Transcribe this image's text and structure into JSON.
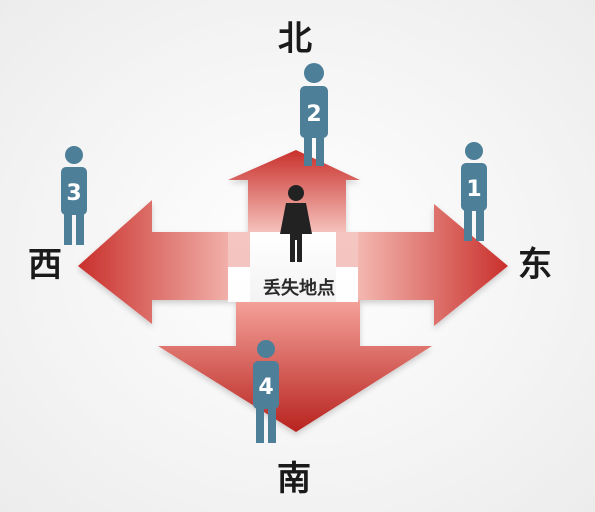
{
  "directions": {
    "north": "北",
    "south": "南",
    "east": "东",
    "west": "西"
  },
  "center": {
    "label": "丢失地点"
  },
  "people": [
    {
      "number": "1",
      "direction": "east"
    },
    {
      "number": "2",
      "direction": "north"
    },
    {
      "number": "3",
      "direction": "west"
    },
    {
      "number": "4",
      "direction": "south"
    }
  ],
  "colors": {
    "arrow_light": "#f4a29a",
    "arrow_dark": "#c9302c",
    "person": "#4d7f99",
    "person_number": "#ffffff",
    "center_person": "#222222"
  }
}
